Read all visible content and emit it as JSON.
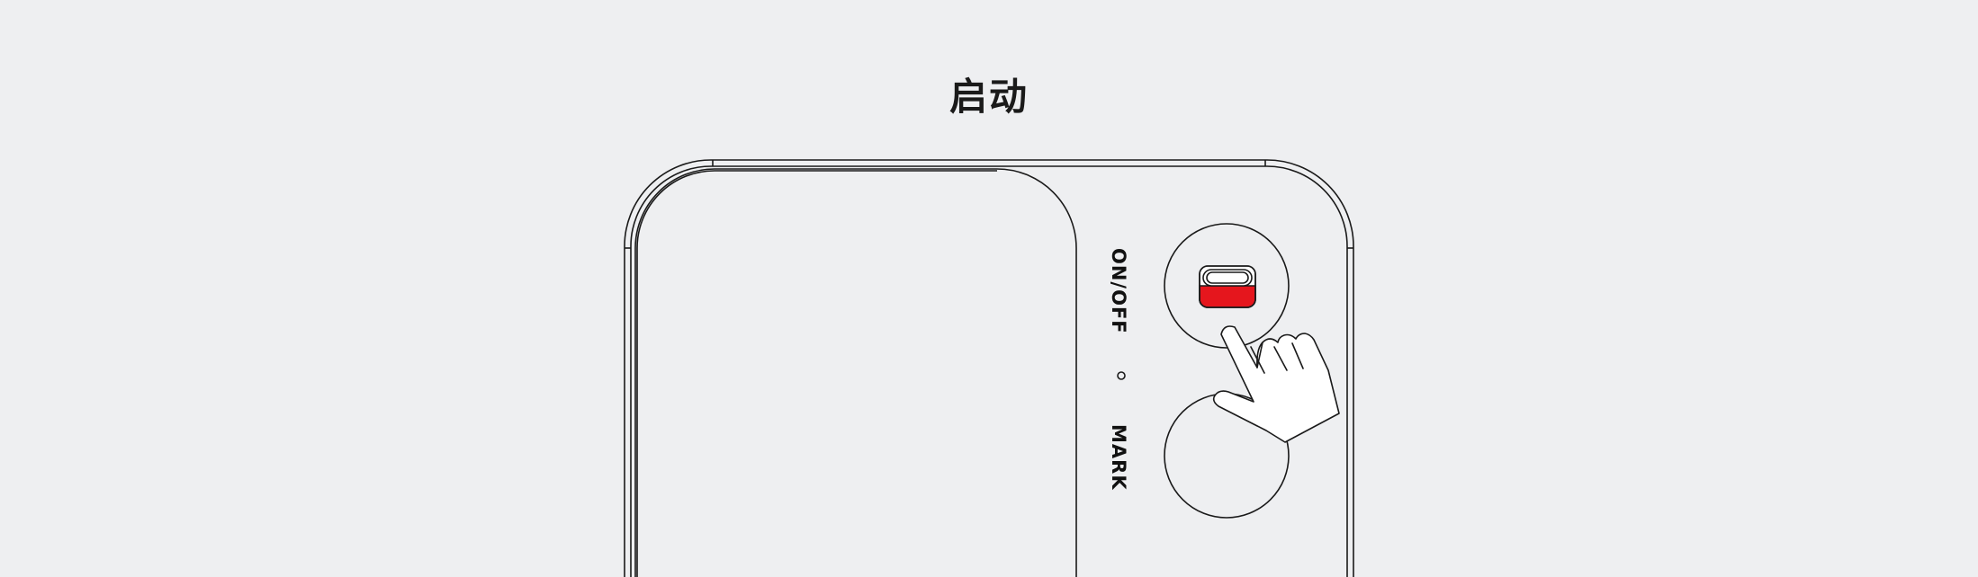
{
  "title": "启动",
  "labels": {
    "onoff": "ON/OFF",
    "mark": "MARK"
  },
  "icons": {
    "indicator": "indicator-dot-icon",
    "switch": "toggle-switch-icon",
    "hand": "pointing-hand-icon"
  },
  "colors": {
    "background": "#eeeff1",
    "outline": "#1a1a1a",
    "switch_active": "#e5161d",
    "switch_body": "#ffffff"
  }
}
